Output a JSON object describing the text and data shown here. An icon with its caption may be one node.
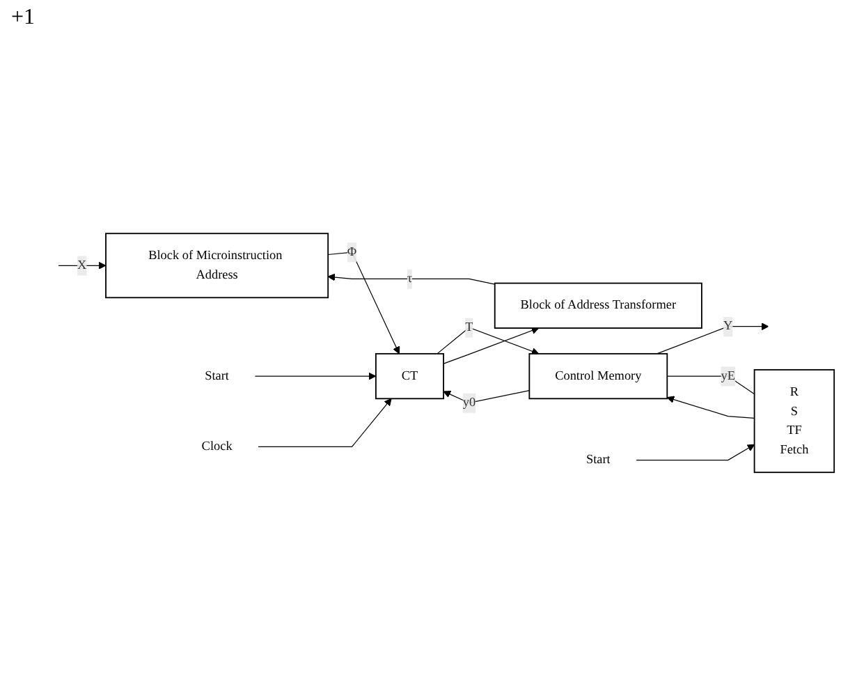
{
  "diagram": {
    "nodes": [
      {
        "text": [
          "Block of Microinstruction Address"
        ]
      },
      {
        "text": [
          "CT"
        ]
      },
      {
        "text": [
          "Control Memory"
        ]
      },
      {
        "text": [
          "Block of Address Transformer"
        ]
      },
      {
        "text": [
          "R",
          "S",
          "TF",
          "Fetch"
        ]
      },
      {
        "text": [
          "Start"
        ]
      },
      {
        "text": [
          "Clock"
        ]
      },
      {
        "text": [
          "Start"
        ]
      }
    ],
    "edges": [
      {
        "from": null,
        "to": 0,
        "arrow": "to",
        "label": "X"
      },
      {
        "from": 0,
        "to": 1,
        "arrow": "to",
        "label": "Φ"
      },
      {
        "from": 1,
        "to": 2,
        "arrow": "to",
        "label": "T"
      },
      {
        "from": 1,
        "to": 3,
        "arrow": "to"
      },
      {
        "from": 3,
        "to": 0,
        "arrow": "to",
        "label": "τ"
      },
      {
        "from": 2,
        "to": 1,
        "arrow": "to",
        "label": "y0"
      },
      {
        "from": 2,
        "to": null,
        "arrow": "to",
        "label": "Y"
      },
      {
        "from": 2,
        "to": 4,
        "arrow": "none",
        "label": "yE"
      },
      {
        "from": 4,
        "to": 2,
        "arrow": "to"
      },
      {
        "from": 5,
        "to": 1,
        "arrow": "to"
      },
      {
        "from": 6,
        "to": 1,
        "arrow": "to"
      },
      {
        "from": 7,
        "to": 4,
        "arrow": "to"
      }
    ],
    "labels": [
      "+1"
    ]
  }
}
